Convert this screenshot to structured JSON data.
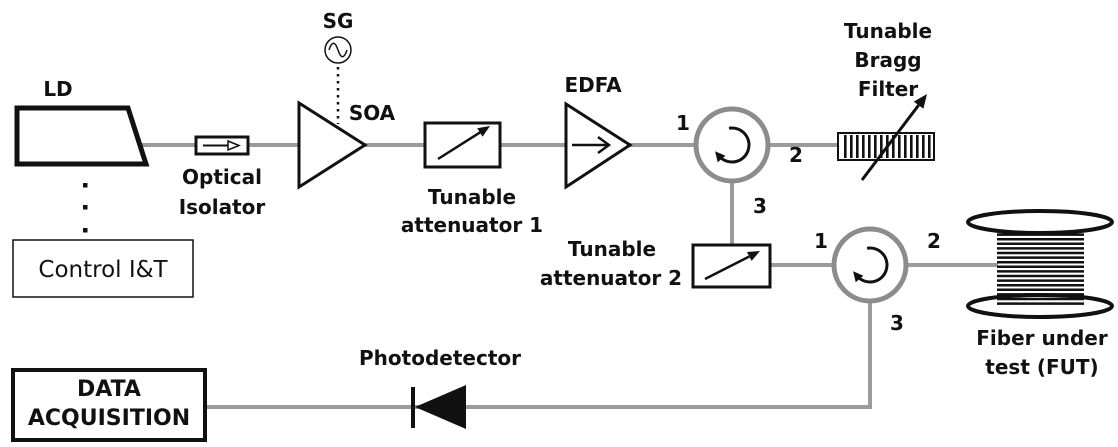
{
  "diagram": {
    "laser_diode": {
      "label": "LD"
    },
    "control_unit": {
      "label": "Control I&T"
    },
    "optical_isolator": {
      "lines": [
        "Optical",
        "Isolator"
      ]
    },
    "signal_generator": {
      "label": "SG"
    },
    "soa": {
      "label": "SOA"
    },
    "tunable_attenuator_1": {
      "lines": [
        "Tunable",
        "attenuator 1"
      ]
    },
    "edfa": {
      "label": "EDFA"
    },
    "circulator_1": {
      "ports": [
        "1",
        "2",
        "3"
      ]
    },
    "tunable_bragg_filter": {
      "lines": [
        "Tunable",
        "Bragg",
        "Filter"
      ]
    },
    "tunable_attenuator_2": {
      "lines": [
        "Tunable",
        "attenuator 2"
      ]
    },
    "circulator_2": {
      "ports": [
        "1",
        "2",
        "3"
      ]
    },
    "fiber_under_test": {
      "lines": [
        "Fiber under",
        "test (FUT)"
      ]
    },
    "photodetector": {
      "label": "Photodetector"
    },
    "data_acquisition": {
      "lines": [
        "DATA",
        "ACQUISITION"
      ]
    }
  },
  "colors": {
    "fiber": "#9b9b9b",
    "circulator_ring": "#8c8c8c",
    "outline": "#111111",
    "text": "#111111",
    "background": "#ffffff"
  }
}
